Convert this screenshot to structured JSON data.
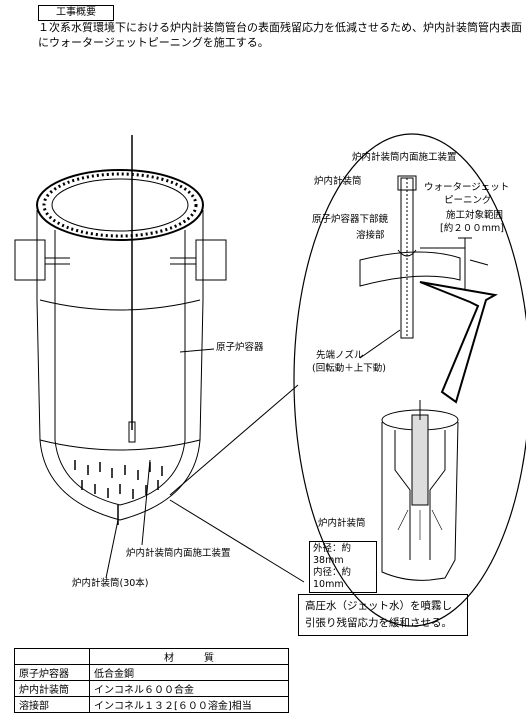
{
  "header": {
    "box_title": "工事概要",
    "summary": "１次系水質環境下における炉内計装筒管台の表面残留応力を低減させるため、炉内計装筒管内表面にウォータージェットピーニングを施工する。"
  },
  "labels": {
    "reactor_vessel": "原子炉容器",
    "incore_tube_count": "炉内計装筒(30本)",
    "incore_surface_device": "炉内計装筒内面施工装置",
    "detail_device": "炉内計装筒内面施工装置",
    "detail_tube": "炉内計装筒",
    "wjp_line1": "ウォータージェット",
    "wjp_line2": "ピーニング",
    "range_line1": "施工対象範囲",
    "range_line2": "[約２００mm]",
    "lower_mirror": "原子炉容器下部鏡",
    "weld": "溶接部",
    "nozzle_line1": "先端ノズル",
    "nozzle_line2": "(回転動＋上下動)",
    "section_tube": "炉内計装筒",
    "outer_diameter": "外径：約38mm",
    "inner_diameter": "内径：約10mm",
    "note_line1": "高圧水（ジェット水）を噴霧し",
    "note_line2": "引張り残留応力を緩和させる。"
  },
  "materials": {
    "header_blank": "",
    "header_material": "材　　　質",
    "rows": [
      {
        "part": "原子炉容器",
        "material": "低合金鋼"
      },
      {
        "part": "炉内計装筒",
        "material": "インコネル６００合金"
      },
      {
        "part": "溶接部",
        "material": "インコネル１３２[６００溶金]相当"
      }
    ]
  }
}
